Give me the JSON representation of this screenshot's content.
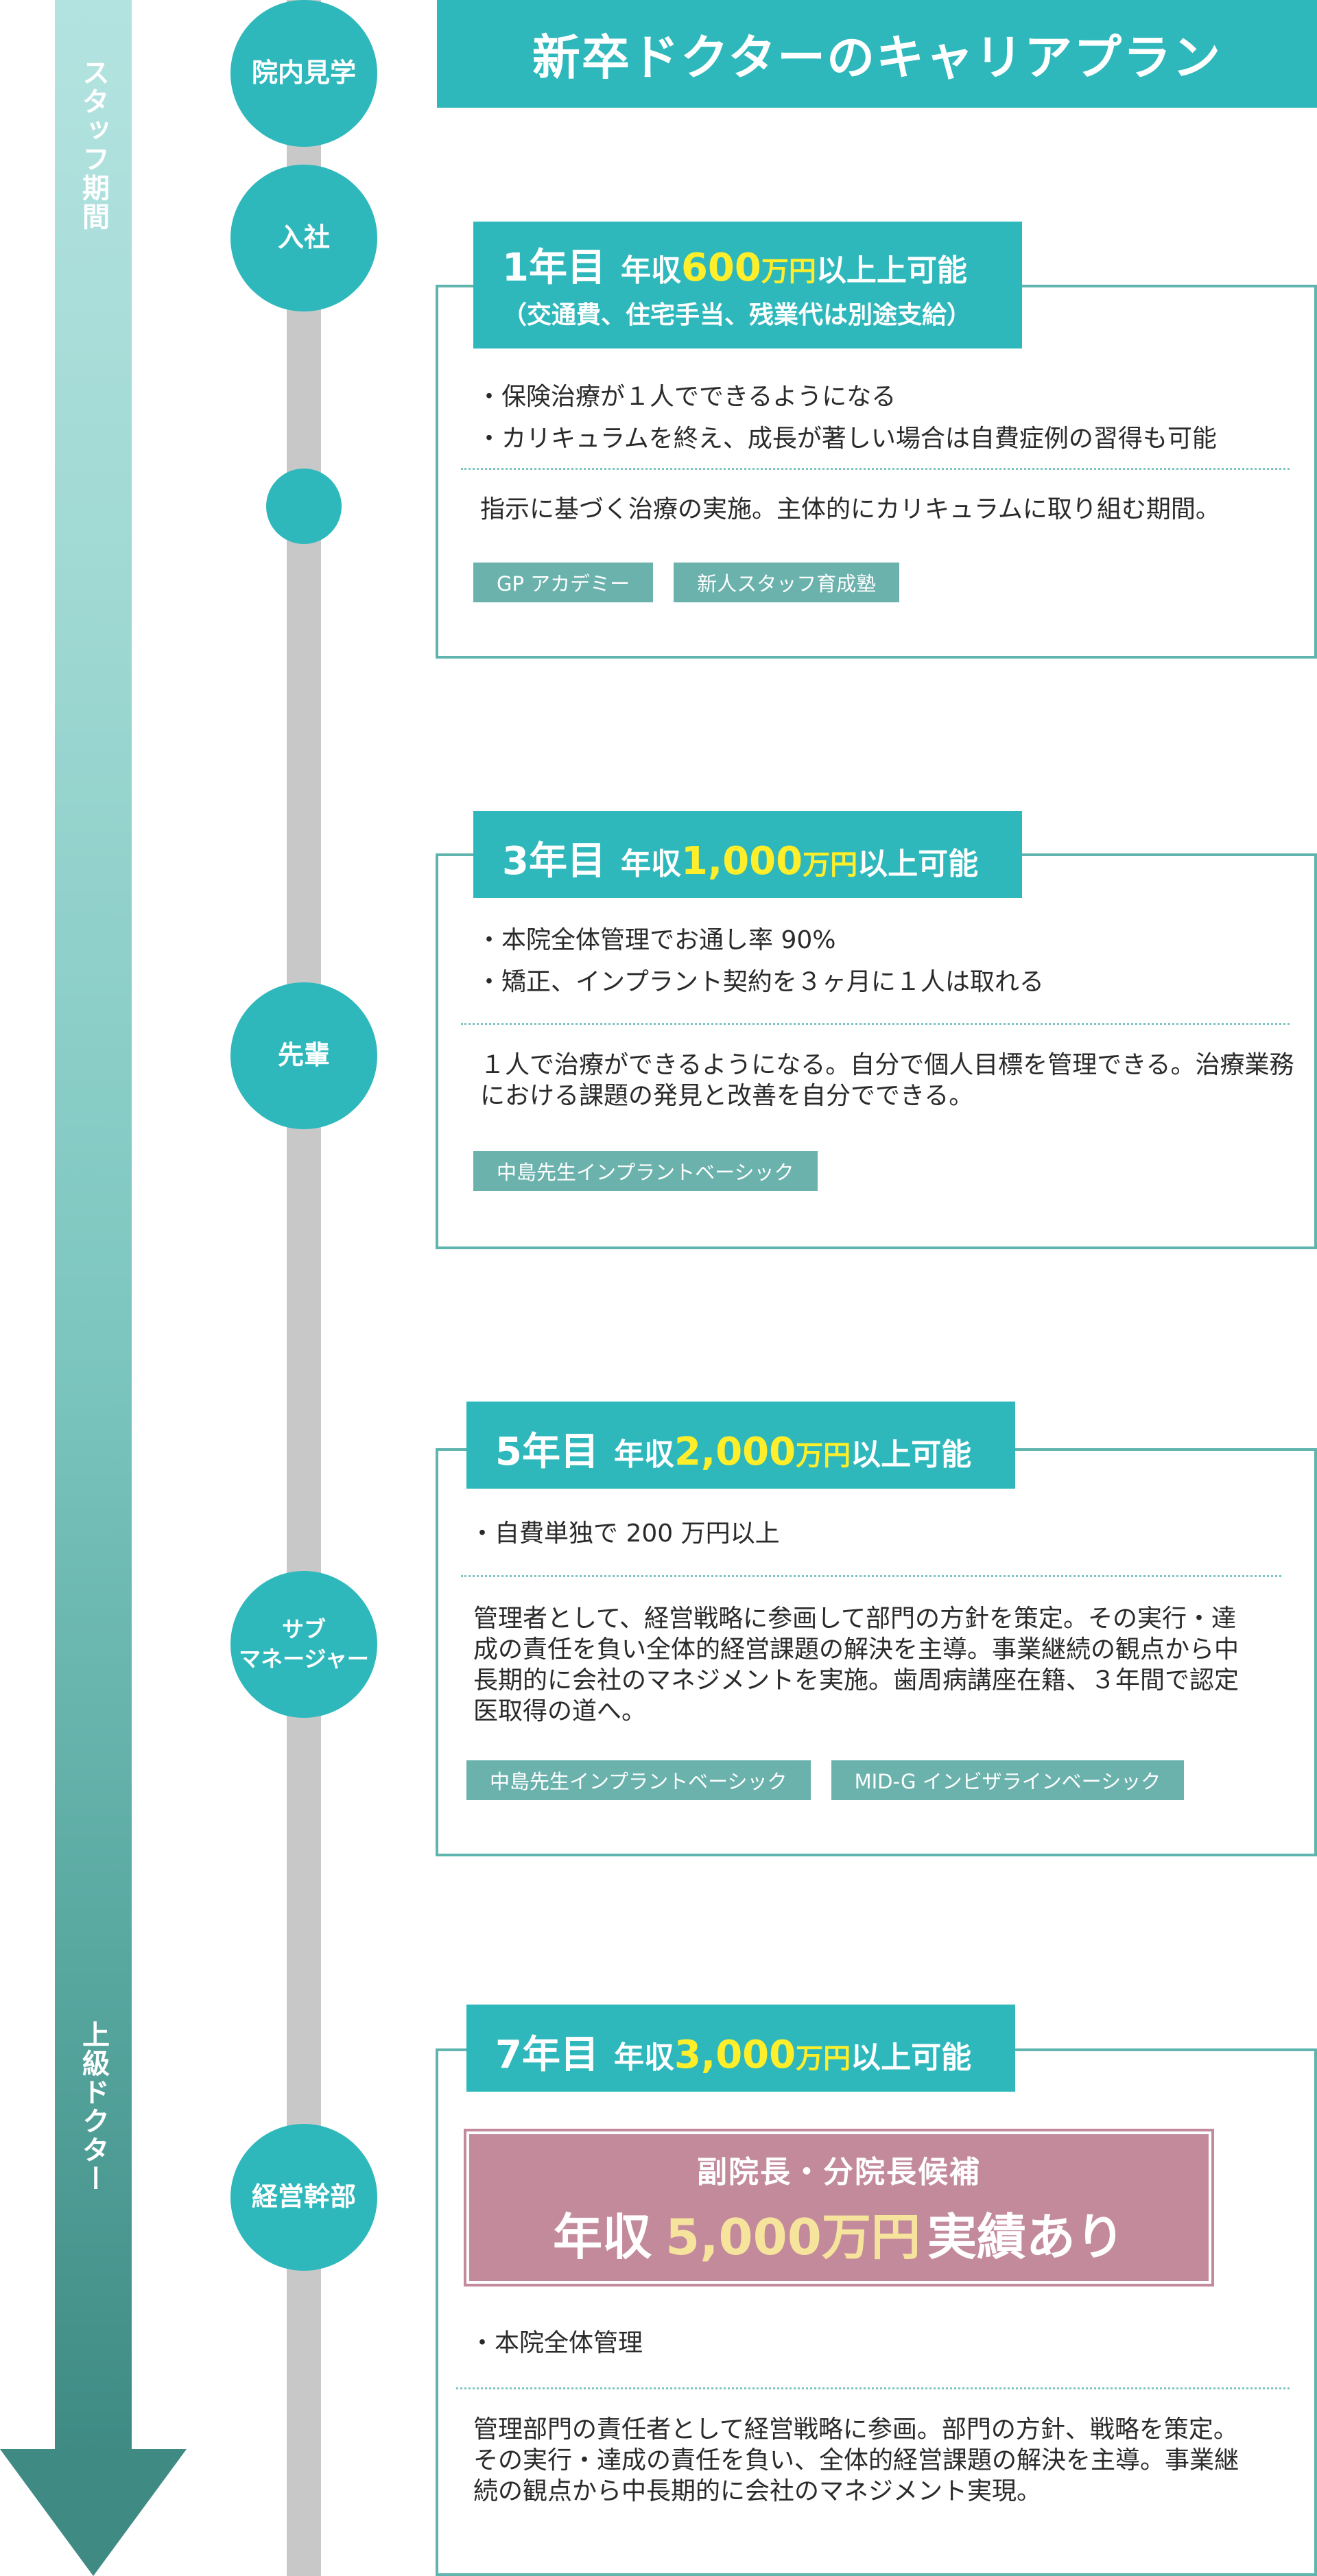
{
  "arrow": {
    "top_label": "スタッフ期間",
    "bottom_label": "上級ドクター",
    "gradient_colors": [
      "#b3e3e0",
      "#3f8b84"
    ]
  },
  "nodes": {
    "tour": "院内見学",
    "join": "入社",
    "senior": "先輩",
    "submgr_line1": "サブ",
    "submgr_line2": "マネージャー",
    "exec": "経営幹部"
  },
  "title": "新卒ドクターのキャリアプラン",
  "colors": {
    "accent": "#2eb8bc",
    "highlight": "#ffee2a",
    "promo": "#c38a9c",
    "tag": "#6bb2ad"
  },
  "cards": [
    {
      "year": "1年目",
      "income_prefix": "年収",
      "income_amount": "600",
      "income_unit": "万円",
      "income_suffix": "以上上可能",
      "note": "（交通費、住宅手当、残業代は別途支給）",
      "bullets": [
        "保険治療が１人でできるようになる",
        "カリキュラムを終え、成長が著しい場合は自費症例の習得も可能"
      ],
      "description": "指示に基づく治療の実施。主体的にカリキュラムに取り組む期間。",
      "tags": [
        "GP アカデミー",
        "新人スタッフ育成塾"
      ]
    },
    {
      "year": "3年目",
      "income_prefix": "年収",
      "income_amount": "1,000",
      "income_unit": "万円",
      "income_suffix": "以上可能",
      "bullets": [
        "本院全体管理でお通し率 90%",
        "矯正、インプラント契約を３ヶ月に１人は取れる"
      ],
      "description": "１人で治療ができるようになる。自分で個人目標を管理できる。治療業務における課題の発見と改善を自分でできる。",
      "tags": [
        "中島先生インプラントベーシック"
      ]
    },
    {
      "year": "5年目",
      "income_prefix": "年収",
      "income_amount": "2,000",
      "income_unit": "万円",
      "income_suffix": "以上可能",
      "bullets": [
        "自費単独で 200 万円以上"
      ],
      "description": "管理者として、経営戦略に参画して部門の方針を策定。その実行・達成の責任を負い全体的経営課題の解決を主導。事業継続の観点から中長期的に会社のマネジメントを実施。歯周病講座在籍、３年間で認定医取得の道へ。",
      "tags": [
        "中島先生インプラントベーシック",
        "MID-G インビザラインベーシック"
      ]
    },
    {
      "year": "7年目",
      "income_prefix": "年収",
      "income_amount": "3,000",
      "income_unit": "万円",
      "income_suffix": "以上可能",
      "promo": {
        "title": "副院長・分院長候補",
        "prefix": "年収",
        "amount": "5,000",
        "unit": "万円",
        "suffix": "実績あり"
      },
      "bullets": [
        "本院全体管理"
      ],
      "description": "管理部門の責任者として経営戦略に参画。部門の方針、戦略を策定。その実行・達成の責任を負い、全体的経営課題の解決を主導。事業継続の観点から中長期的に会社のマネジメント実現。"
    }
  ]
}
